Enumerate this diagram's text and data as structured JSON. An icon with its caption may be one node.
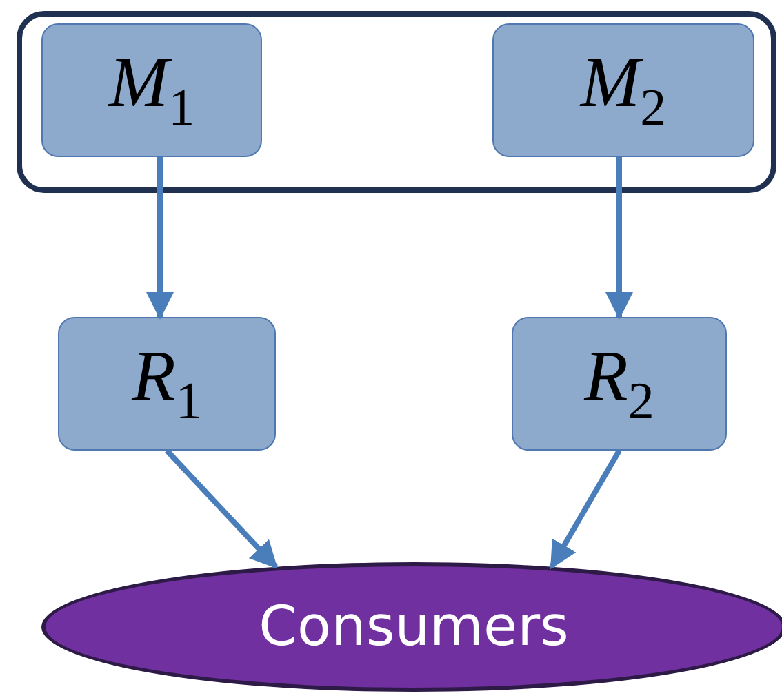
{
  "diagram": {
    "nodes": [
      {
        "text": [],
        "shape": "box"
      },
      {
        "text": [
          "*M*$_{1}$"
        ],
        "in": 0
      },
      {
        "text": [
          "*M*$_{2}$"
        ],
        "in": 0
      },
      {
        "text": [
          "*R*$_{1}$"
        ]
      },
      {
        "text": [
          "*R*$_{2}$"
        ]
      },
      {
        "text": [
          "Consumers"
        ]
      }
    ],
    "edges": [
      {
        "from": 1,
        "to": 3,
        "arrow": "to"
      },
      {
        "from": 2,
        "to": 4,
        "arrow": "to"
      },
      {
        "from": 3,
        "to": 5,
        "arrow": "to"
      },
      {
        "from": 4,
        "to": 5,
        "arrow": "to"
      }
    ]
  }
}
